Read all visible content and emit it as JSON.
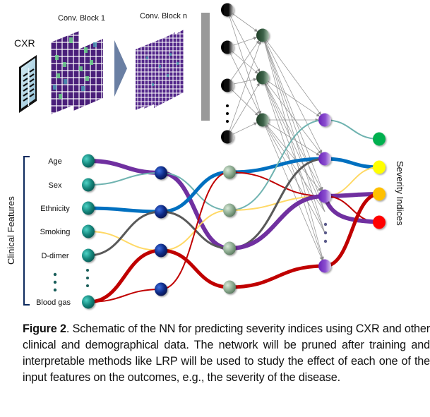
{
  "image_branch": {
    "input_label": "CXR",
    "conv_block_1_label": "Conv. Block 1",
    "conv_block_n_label": "Conv. Block n"
  },
  "clinical_features": {
    "group_label": "Clinical Features",
    "items": [
      "Age",
      "Sex",
      "Ethnicity",
      "Smoking",
      "D-dimer",
      "Blood gas"
    ]
  },
  "outputs": {
    "group_label": "Severity Indices",
    "colors": [
      "#00b050",
      "#ffff00",
      "#ffc000",
      "#ff0000"
    ]
  },
  "connection_colors": {
    "purple": "#7030a0",
    "blue": "#0070c0",
    "teal": "#6fb3b0",
    "gray": "#595959",
    "yellow": "#ffd966",
    "red": "#c00000"
  },
  "caption": {
    "label": "Figure 2",
    "text": ". Schematic of the NN for predicting severity indices using CXR and other clinical and demographical data. The network will be pruned after training and interpretable methods like LRP will be used to study the effect of each one of the input features on the outcomes, e.g., the severity of the disease."
  }
}
